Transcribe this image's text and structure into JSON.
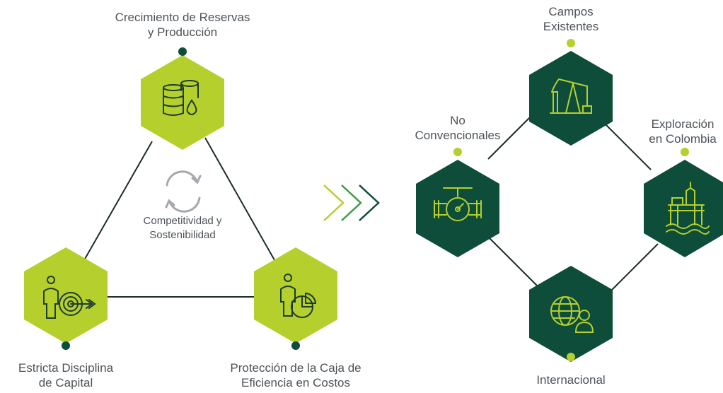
{
  "colors": {
    "lime": "#b5cf2c",
    "dark_green": "#0d4d3a",
    "line": "#1c2b27",
    "text": "#4d5358",
    "cycle_gray": "#a5a9ad",
    "chevron_1": "#b5cf2c",
    "chevron_2": "#3f9a46",
    "chevron_3": "#0d4d3a"
  },
  "left_diagram": {
    "top_label": [
      "Crecimiento de Reservas",
      "y Producción"
    ],
    "bottom_left_label": [
      "Estricta Disciplina",
      "de Capital"
    ],
    "bottom_right_label": [
      "Protección de la Caja de",
      "Eficiencia en Costos"
    ],
    "center_label": [
      "Competitividad y",
      "Sostenibilidad"
    ],
    "center_icon": "recycle-arrows-icon",
    "top_icon": "oil-barrels-drop-icon",
    "bottom_left_icon": "person-target-icon",
    "bottom_right_icon": "person-pie-chart-icon"
  },
  "arrow_icon": "triple-chevron-icon",
  "right_diagram": {
    "top_label": [
      "Campos",
      "Existentes"
    ],
    "left_label": [
      "No",
      "Convencionales"
    ],
    "right_label": [
      "Exploración",
      "en Colombia"
    ],
    "bottom_label": [
      "Internacional"
    ],
    "top_icon": "pumpjack-icon",
    "left_icon": "pipeline-valve-icon",
    "right_icon": "offshore-platform-icon",
    "bottom_icon": "globe-person-icon"
  }
}
